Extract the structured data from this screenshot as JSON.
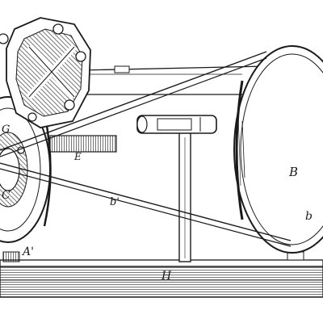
{
  "labels": {
    "G": "G",
    "C": "C",
    "E": "E",
    "A_prime": "A'",
    "b_prime": "b'",
    "B": "B",
    "b": "b",
    "H": "H"
  },
  "colors": {
    "ink": "#1a1a1a",
    "paper": "#ffffff"
  },
  "parts": {
    "left_pulley": "pulley",
    "right_pulley": "pulley",
    "belt": "belt",
    "base": "base",
    "support_post": "post",
    "motor_housing": "housing",
    "worm_gear": "gear"
  }
}
